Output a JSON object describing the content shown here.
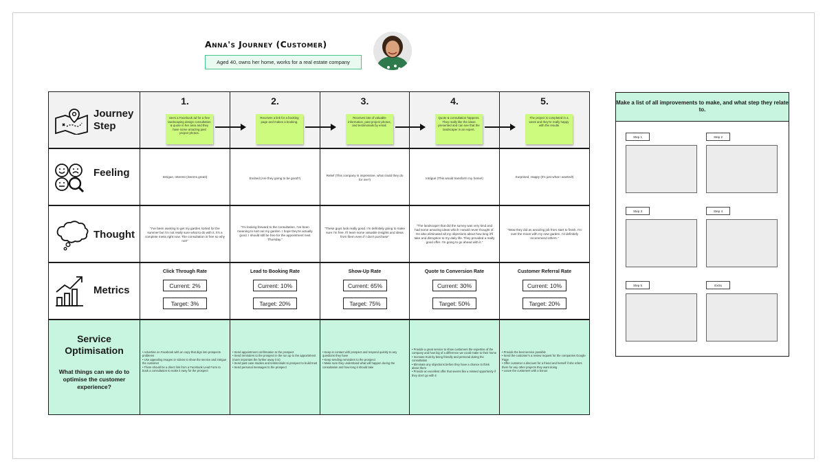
{
  "header": {
    "title": "Anna's Journey (Customer)",
    "subtitle": "Aged 40, owns her home, works for a real estate company"
  },
  "row_labels": {
    "journey": "Journey Step",
    "feeling": "Feeling",
    "thought": "Thought",
    "metrics": "Metrics",
    "service_title": "Service Optimisation",
    "service_question": "What things can we do to optimise the customer experience?"
  },
  "steps": [
    {
      "number": "1.",
      "sticky": "Sees a Facebook ad for a free landscaping design consultation & quote in her area and they have some amazing past project photos.",
      "feeling": "Intrigue, Interest (Seems great!)",
      "thought": "\"I've been wanting to get my garden sorted for the summer but I'm not really sure what to do with it. It's a complete mess right now. The consultation is free so why not!\"",
      "metric_title": "Click Through Rate",
      "current": "Current: 2%",
      "target": "Target: 3%",
      "service": "• Advertise on Facebook with an copy that digs into prospects problems\n• Use appealing images or videos to show the service and intrigue the customer\n• There should be a direct link from a Facebook Lead Form to book a consultation to make it easy for the prospect"
    },
    {
      "number": "2.",
      "sticky": "Receives a link for a booking page and makes a booking.",
      "feeling": "Excited (Are they going to be good?)",
      "thought": "\"I'm looking forward to the consultation. I've been meaning to sort out my garden. I hope they're actually good. I should still be free for the appointment next Thursday.\"",
      "metric_title": "Lead to Booking Rate",
      "current": "Current: 10%",
      "target": "Target: 20%",
      "service": "• Send appointment confirmation to the prospect\n• Send reminders to the prospect in the run up to the appointment (more important the further away it is)\n• Send past case studies and testimonials to prospect to build trust\n• Send personal messages to the prospect"
    },
    {
      "number": "3.",
      "sticky": "Receives lots of valuable information, past project photos, and testimonials by email.",
      "feeling": "Relief (This company is impressive, what could they do for me?)",
      "thought": "\"These guys look really good. I'm definitely going to make sure I'm free. I'll learn some valuable insights and ideas from them even if I don't purchase\"",
      "metric_title": "Show-Up Rate",
      "current": "Current: 65%",
      "target": "Target: 75%",
      "service": "• Keep in contact with prospect and respond quickly to any questions they have\n• Keep sending reminders to the prospect\n• Make sure they understand what will happen during the consultation and how long it should take"
    },
    {
      "number": "4.",
      "sticky": "Quote & consultation happens. They really like the ideas presented and can see that the landscaper is an expert.",
      "feeling": "Intrigue (This would transform my home!)",
      "thought": "\"The landscaper that did the survey was very kind and had some amazing ideas which I would never thought of. He also eliminated all my objections about how long it'll take and disruption to my daily life. They provided a really good offer. I'm going to go ahead with it.\"",
      "metric_title": "Quote to Conversion Rate",
      "current": "Current: 30%",
      "target": "Target: 50%",
      "service": "• Provide a great service to show customers the expertise of the company and how big of a difference we could make to their home\n• Increase trust by being friendly and personal during the consultation\n• Eliminate any objections before they have a chance to think about them\n• Provide an excellent offer that seems like a missed opportunity if they don't go with it"
    },
    {
      "number": "5.",
      "sticky": "The project is completed in a week and they're really happy with the results",
      "feeling": "Surprised, Happy (It's just what I wanted!)",
      "thought": "\"Wow they did an amazing job from start to finish. I'm over the moon with my new garden. I'd definitely recommend others.\"",
      "metric_title": "Customer Referral Rate",
      "current": "Current: 10%",
      "target": "Target: 20%",
      "service": "• Provide the best service possible\n• Send the customer's a review request for the companies Google Page\n• Offer customer a discount for a friend and herself if she refers them for any other projects they want doing\n• Leave the customers with a bonus"
    }
  ],
  "improvements": {
    "heading": "Make a list of all improvements to make, and what step they relate to.",
    "labels": [
      "Step 1",
      "Step 2",
      "Step 3",
      "Step 4",
      "Step 5",
      "Extra"
    ]
  },
  "colors": {
    "mint": "#c7f5df",
    "sticky": "#cdfb7d",
    "subtitle_border": "#45c58a"
  }
}
